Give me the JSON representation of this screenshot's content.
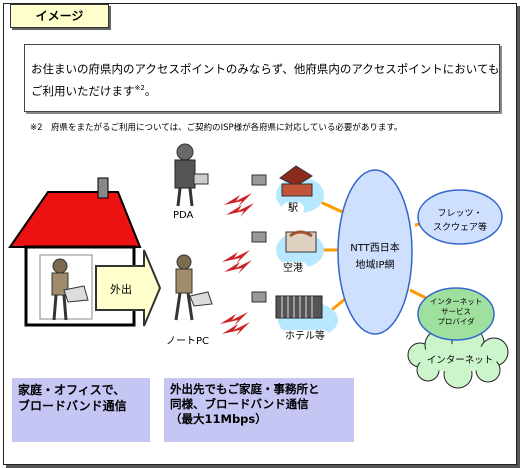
{
  "tab_label": "イメージ",
  "description": {
    "line1": "お住まいの府県内のアクセスポイントのみならず、他府県内のアクセスポイントにおいても",
    "line2": "ご利用いただけます",
    "line2_note": "※2",
    "line2_end": "。"
  },
  "footnote": "※2　府県をまたがるご利用については、ご契約のISP様が各府県に対応している必要があります。",
  "labels": {
    "pda": "PDA",
    "notepc": "ノートPC",
    "going_out": "外出",
    "station": "駅",
    "airport": "空港",
    "hotel": "ホテル等",
    "ntt_line1": "NTT西日本",
    "ntt_line2": "地域IP網",
    "flets_line1": "フレッツ・",
    "flets_line2": "スクウェア等",
    "isp_line1": "インターネット",
    "isp_line2": "サービス",
    "isp_line3": "プロバイダ",
    "internet": "インターネット"
  },
  "bottom_left": [
    "家庭・オフィスで、",
    "ブロードバンド通信"
  ],
  "bottom_right": [
    "外出先でもご家庭・事務所と",
    "同様、ブロードバンド通信",
    "（最大11Mbps）"
  ],
  "colors": {
    "roof": "#ee1111",
    "cloud_blue": "#cfe0ff",
    "oval_border": "#3366cc",
    "internet_cloud": "#ccf5cc",
    "isp_oval": "#9fe09f",
    "ap_ellipse": "#b8e8ff",
    "connector": "#ff9900",
    "bottom_box": "#c6c6f5",
    "tab_fill": "#ffffcc"
  }
}
